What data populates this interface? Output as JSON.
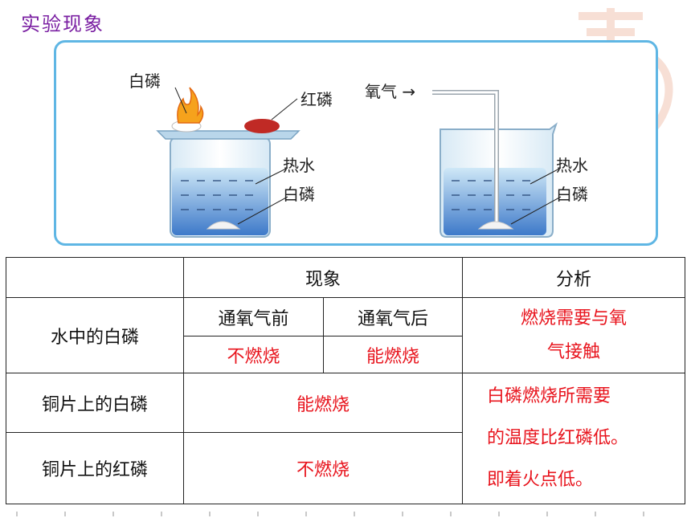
{
  "header": {
    "title": "实验现象"
  },
  "figure": {
    "left_beaker": {
      "label_white_top": "白磷",
      "label_red": "红磷",
      "label_hot_water": "热水",
      "label_white_bottom": "白磷"
    },
    "right_beaker": {
      "label_oxygen": "氧气 →",
      "label_hot_water": "热水",
      "label_white_bottom": "白磷"
    }
  },
  "table": {
    "header_phenomenon": "现象",
    "header_analysis": "分析",
    "row1_label": "水中的白磷",
    "sub_before": "通氧气前",
    "sub_after": "通氧气后",
    "before_result": "不燃烧",
    "after_result": "能燃烧",
    "row1_analysis_line1": "燃烧需要与氧",
    "row1_analysis_line2": "气接触",
    "row2_label": "铜片上的白磷",
    "row2_result": "能燃烧",
    "row3_label": "铜片上的红磷",
    "row3_result": "不燃烧",
    "analysis2_line1": "白磷燃烧所需要",
    "analysis2_line2": "的温度比红磷低。",
    "analysis2_line3": "即着火点低。"
  },
  "colors": {
    "title": "#7a1fa2",
    "red_text": "#e8141d",
    "border": "#5fb6e4"
  }
}
